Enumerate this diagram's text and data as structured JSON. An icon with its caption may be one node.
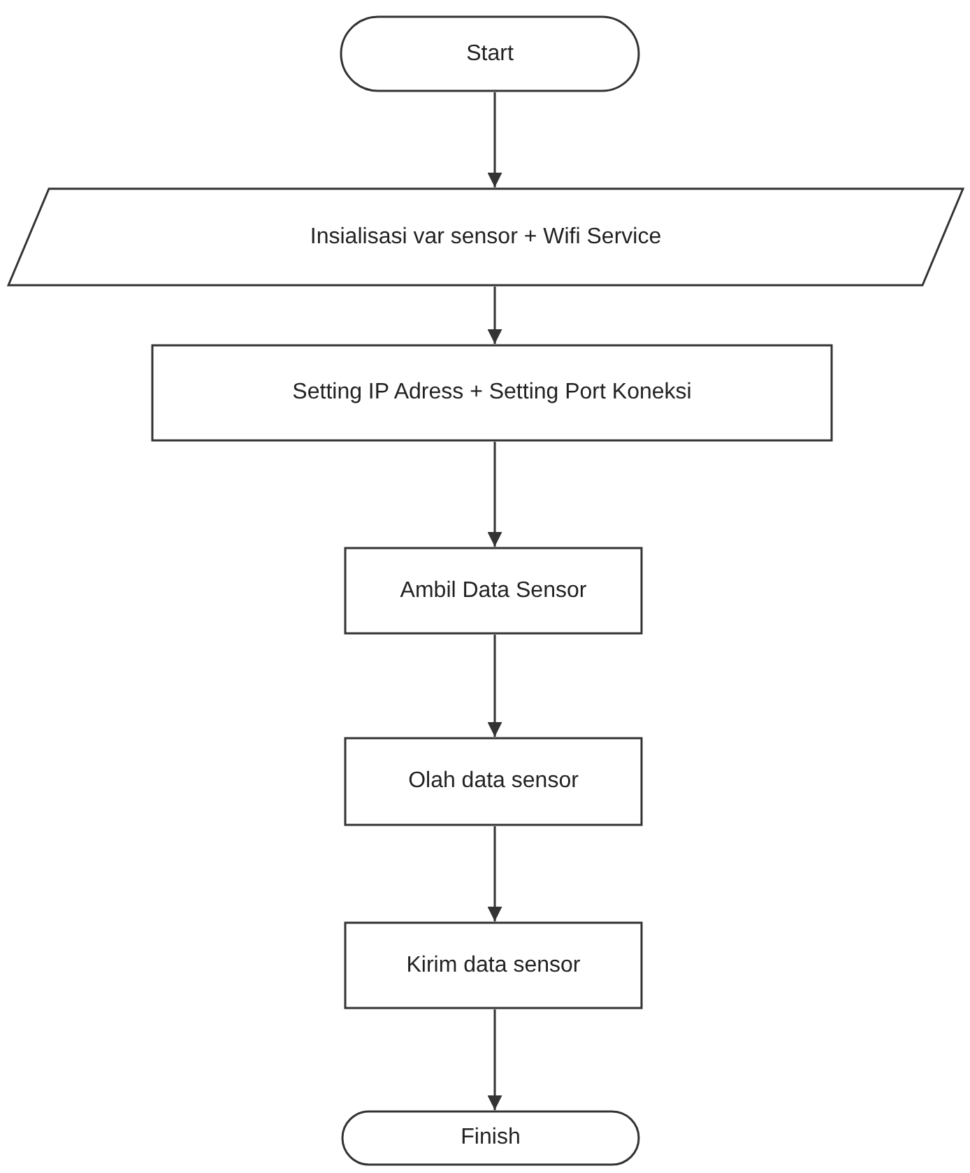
{
  "diagram": {
    "nodes": [
      {
        "text": [
          "Start"
        ]
      },
      {
        "text": [
          "Insialisasi var sensor + Wifi Service"
        ]
      },
      {
        "text": [
          "Setting IP Adress + Setting Port Koneksi"
        ]
      },
      {
        "text": [
          "Ambil Data Sensor"
        ]
      },
      {
        "text": [
          "Olah data sensor"
        ]
      },
      {
        "text": [
          "Kirim data sensor"
        ]
      },
      {
        "text": [
          "Finish"
        ]
      }
    ],
    "edges": [
      {
        "from": 0,
        "to": 1,
        "arrow": "to"
      },
      {
        "from": 1,
        "to": 2,
        "arrow": "to"
      },
      {
        "from": 2,
        "to": 3,
        "arrow": "to"
      },
      {
        "from": 3,
        "to": 4,
        "arrow": "to"
      },
      {
        "from": 4,
        "to": 5,
        "arrow": "to"
      },
      {
        "from": 5,
        "to": 6,
        "arrow": "to"
      }
    ]
  }
}
